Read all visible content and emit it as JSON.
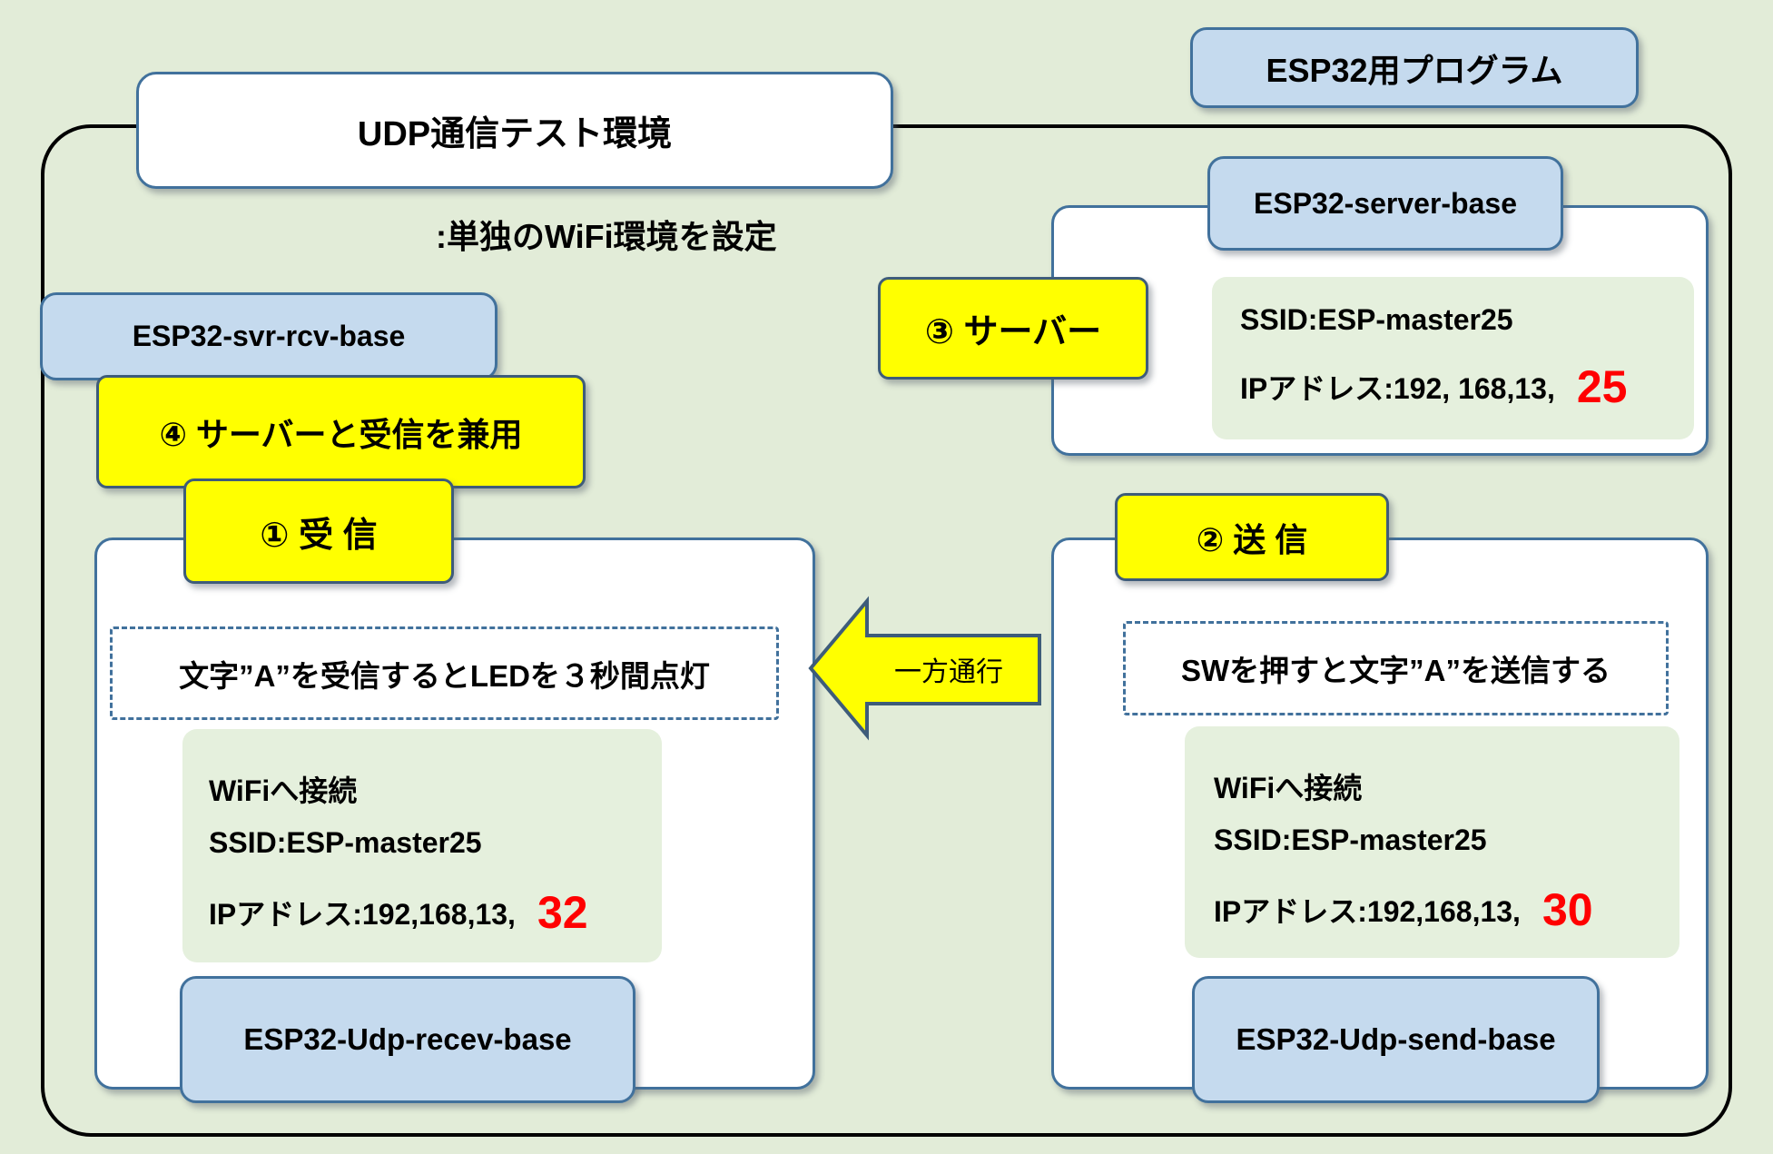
{
  "diagram": {
    "program_title": "ESP32用プログラム",
    "frame_title": "UDP通信テスト環境",
    "frame_subtitle": ":単独のWiFi環境を設定",
    "arrow_label": "一方通行",
    "server": {
      "board_label": "ESP32-server-base",
      "role": "③ サーバー",
      "ssid": "SSID:ESP-master25",
      "ip_prefix": "IPアドレス:192, 168,13,",
      "ip_octet": "25"
    },
    "receiver": {
      "board_label_top": "ESP32-svr-rcv-base",
      "role_combined": "④ サーバーと受信を兼用",
      "role": "① 受 信",
      "behavior": "文字”A”を受信するとLEDを３秒間点灯",
      "wifi": "WiFiへ接続",
      "ssid": "SSID:ESP-master25",
      "ip_prefix": "IPアドレス:192,168,13,",
      "ip_octet": "32",
      "board_label_bottom": "ESP32-Udp-recev-base"
    },
    "sender": {
      "role": "② 送 信",
      "behavior": "SWを押すと文字”A”を送信する",
      "wifi": "WiFiへ接続",
      "ssid": "SSID:ESP-master25",
      "ip_prefix": "IPアドレス:192,168,13,",
      "ip_octet": "30",
      "board_label_bottom": "ESP32-Udp-send-base"
    },
    "colors": {
      "background": "#e2ecd8",
      "blue_box_fill": "#c5daee",
      "blue_box_border": "#41719c",
      "yellow_fill": "#ffff00",
      "yellow_border": "#3e5c7a",
      "green_inner_fill": "#e5f0dd",
      "red_text": "#ff0000",
      "frame_border": "#000000"
    }
  }
}
